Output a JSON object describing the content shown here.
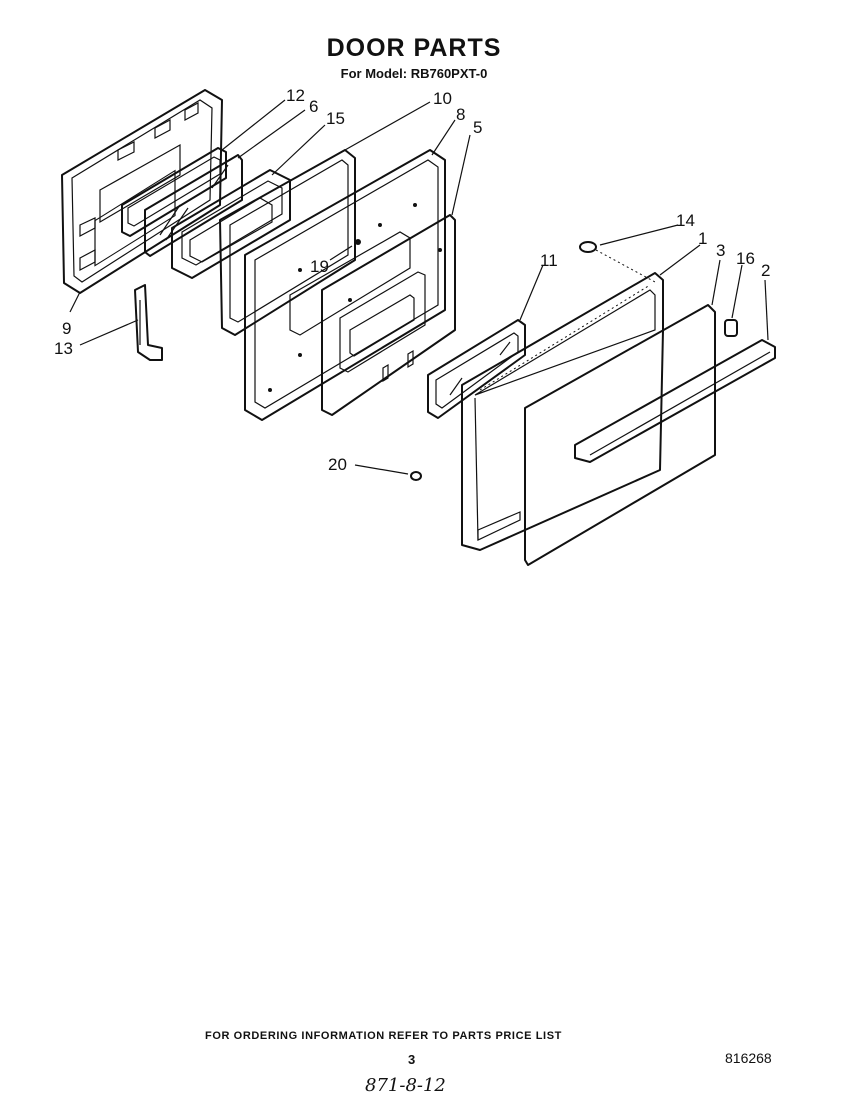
{
  "header": {
    "title": "DOOR PARTS",
    "subtitle": "For Model: RB760PXT-0"
  },
  "callouts": [
    "12",
    "6",
    "15",
    "10",
    "8",
    "5",
    "14",
    "1",
    "3",
    "16",
    "2",
    "19",
    "11",
    "9",
    "13",
    "20"
  ],
  "footer": {
    "ordering_note": "FOR ORDERING INFORMATION REFER TO PARTS PRICE LIST",
    "page_number": "3",
    "document_number": "816268",
    "handwritten_note": "871-8-12"
  }
}
